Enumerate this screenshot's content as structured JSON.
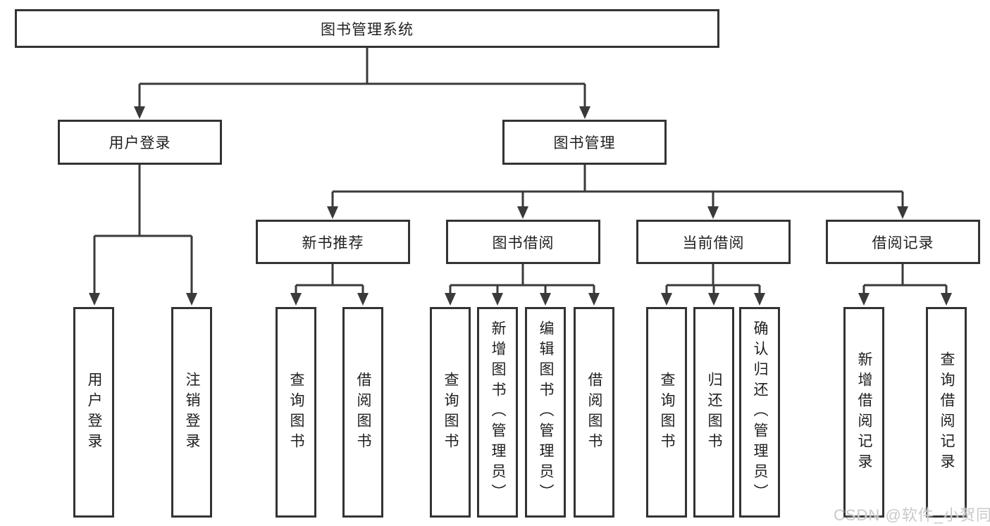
{
  "diagram": {
    "root": {
      "label": "图书管理系统"
    },
    "branches": [
      {
        "label": "用户登录",
        "children": [
          {
            "label": "用户登录"
          },
          {
            "label": "注销登录"
          }
        ]
      },
      {
        "label": "图书管理",
        "children": [
          {
            "label": "新书推荐",
            "children": [
              {
                "label": "查询图书"
              },
              {
                "label": "借阅图书"
              }
            ]
          },
          {
            "label": "图书借阅",
            "children": [
              {
                "label": "查询图书"
              },
              {
                "label": "新增图书（管理员）"
              },
              {
                "label": "编辑图书（管理员）"
              },
              {
                "label": "借阅图书"
              }
            ]
          },
          {
            "label": "当前借阅",
            "children": [
              {
                "label": "查询图书"
              },
              {
                "label": "归还图书"
              },
              {
                "label": "确认归还（管理员）"
              }
            ]
          },
          {
            "label": "借阅记录",
            "children": [
              {
                "label": "新增借阅记录"
              },
              {
                "label": "查询借阅记录"
              }
            ]
          }
        ]
      }
    ]
  },
  "watermark": {
    "text": "CSDN @软件_小贺同学"
  },
  "colors": {
    "line": "#3a3a3a",
    "box_border": "#333333",
    "text": "#1f1f1f",
    "watermark": "#c9c9c9",
    "background": "#ffffff"
  }
}
